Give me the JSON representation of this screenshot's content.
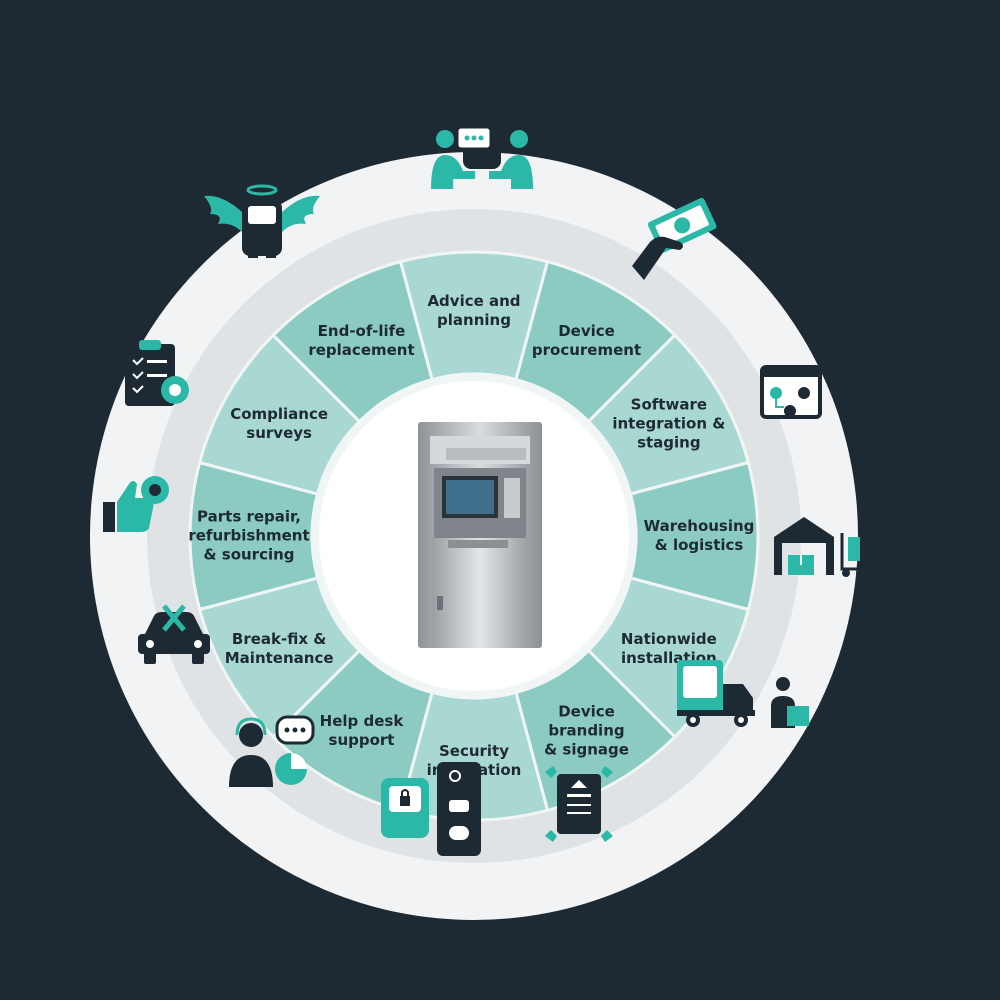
{
  "colors": {
    "background": "#1d2a33",
    "outer_ring": "#f2f3f4",
    "middle_ring": "#e0e3e5",
    "segment_light": "#a9d8d2",
    "segment_dark": "#8ccbc2",
    "separator": "#f0f6f5",
    "icon_dark": "#1d2a33",
    "icon_teal": "#2bb8a6"
  },
  "segments": [
    {
      "label": "Advice and\nplanning",
      "icon": "consultation-icon"
    },
    {
      "label": "Device\nprocurement",
      "icon": "hand-cash-icon"
    },
    {
      "label": "Software\nintegration &\nstaging",
      "icon": "software-window-icon"
    },
    {
      "label": "Warehousing\n& logistics",
      "icon": "warehouse-icon"
    },
    {
      "label": "Nationwide\ninstallation",
      "icon": "delivery-truck-icon"
    },
    {
      "label": "Device\nbranding\n& signage",
      "icon": "signage-icon"
    },
    {
      "label": "Security\nintegration",
      "icon": "security-icon"
    },
    {
      "label": "Help desk\nsupport",
      "icon": "helpdesk-agent-icon"
    },
    {
      "label": "Break-fix &\nMaintenance",
      "icon": "car-repair-icon"
    },
    {
      "label": "Parts repair,\nrefurbishment\n& sourcing",
      "icon": "thumbs-up-gear-icon"
    },
    {
      "label": "Compliance\nsurveys",
      "icon": "clipboard-checklist-icon"
    },
    {
      "label": "End-of-life\nreplacement",
      "icon": "angel-atm-icon"
    }
  ],
  "center": {
    "icon": "atm-machine-icon"
  }
}
